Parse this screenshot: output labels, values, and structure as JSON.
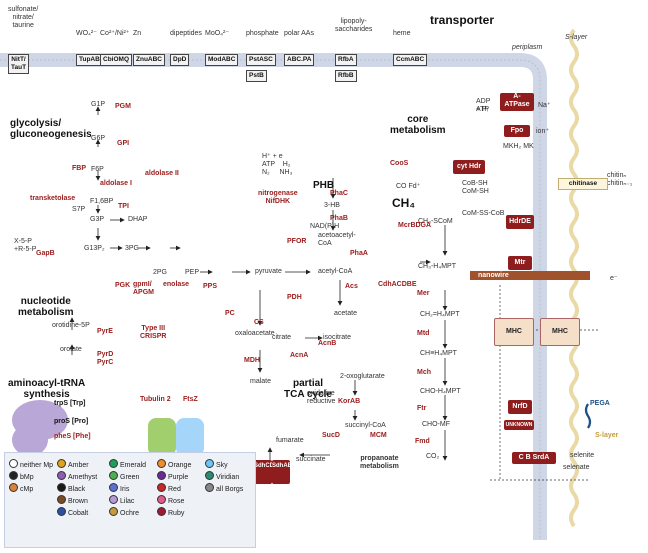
{
  "colors": {
    "enzyme": "#9b1b1b",
    "membrane": "#cfd6e6",
    "periplasm_edge": "#e9d9a6",
    "nanowire": "#a0522d",
    "legend_bg": "#eef1f6"
  },
  "transporters": [
    {
      "label": "sulfonate/\nnitrate/\ntaurine",
      "box": "NitT/\nTauT"
    },
    {
      "label": "WO₄²⁻",
      "box": "TupABC"
    },
    {
      "label": "Co²⁺/Ni²⁺",
      "box": "CbiOMQ"
    },
    {
      "label": "Zn",
      "box": "ZnuABC"
    },
    {
      "label": "dipeptides",
      "box": "DpD"
    },
    {
      "label": "MoO₄²⁻",
      "box": "ModABC"
    },
    {
      "label": "phosphate",
      "box": "PstASC",
      "box2": "PstB"
    },
    {
      "label": "polar AAs",
      "box": "ABC.PA"
    },
    {
      "label": "lipopoly-\nsaccharides",
      "box": "RfbA",
      "box2": "RfbB"
    },
    {
      "label": "heme",
      "box": "CcmABC"
    }
  ],
  "headings": {
    "transporter": "transporter",
    "glycolysis": "glycolysis/\ngluconeogenesis",
    "core": "core\nmetabolism",
    "ch4": "CH₄",
    "phb": "PHB",
    "nucleotide": "nucleotide\nmetabolism",
    "trna": "aminoacyl-tRNA\nsynthesis",
    "tca": "partial\nTCA cycle",
    "periplasm": "periplasm",
    "slayer_top": "S-layer",
    "slayer": "S-layer",
    "pega": "PEGA",
    "nanowire": "nanowire"
  },
  "metabolites": {
    "g1p": "G1P",
    "g6p": "G6P",
    "f6p": "F6P",
    "f16bp": "F1,6BP",
    "g3p": "G3P",
    "dhap": "DHAP",
    "s7p": "S7P",
    "x5p": "X-5-P\n+R-5-P",
    "g13p2": "G13P₂",
    "p3g": "3PG",
    "p2g": "2PG",
    "pep": "PEP",
    "pyruvate": "pyruvate",
    "acetylcoa": "acetyl-CoA",
    "acetate": "acetate",
    "oxaloacetate": "oxaloacetate",
    "malate": "malate",
    "citrate": "citrate",
    "isocitrate": "isocitrate",
    "oxoglutarate": "2-oxoglutarate",
    "succinylcoa": "succinyl-CoA",
    "succinate": "succinate",
    "fumarate": "fumarate",
    "hb3": "3-HB",
    "acetoacetylcoa": "acetoacetyl-\nCoA",
    "orotidine": "orotidine-5P",
    "orotate": "orotate",
    "ch3scom": "CH₃-SCoM",
    "ch3h4mpt": "CH₃-H₄MPT",
    "ch2h4mpt": "CH₂=H₄MPT",
    "chh4mpt": "CH≡H₄MPT",
    "choh4mpt": "CHO-H₄MPT",
    "chomf": "CHO-MF",
    "co2": "CO₂",
    "cofd": "CO  Fd⁺",
    "chitin": "chitinₙ\nchitinₙ₋₁",
    "h2e": "H⁺ + e\nATP    H₂\nN₂     NH₃"
  },
  "enzymes": {
    "pgm": "PGM",
    "gpi": "GPI",
    "fbp": "FBP",
    "aldolase1": "aldolase I",
    "aldolase2": "aldolase II",
    "tpi": "TPI",
    "transketolase": "transketolase",
    "gapb": "GapB",
    "pgk": "PGK",
    "gpmi": "gpmI/\nAPGM",
    "enolase": "enolase",
    "pps": "PPS",
    "pfor": "PFOR",
    "pdh": "PDH",
    "acs": "Acs",
    "pc": "PC",
    "cs": "CS",
    "acnb": "AcnB",
    "acna": "AcnA",
    "mdh": "MDH",
    "korab": "KorAB",
    "mcm": "MCM",
    "sucd": "SucD",
    "phac": "PhaC",
    "phab": "PhaB",
    "phaa": "PhaA",
    "nitrogenase": "nitrogenase\nNifDHK",
    "coos": "CooS",
    "mcrbdga": "McrBDGA",
    "cdhacdbe": "CdhACDBE",
    "mer": "Mer",
    "mtd": "Mtd",
    "mch": "Mch",
    "ftr": "Ftr",
    "fmd": "Fmd",
    "pyre": "PyrE",
    "pyrd": "PyrD\nPyrC",
    "trps": "trpS [Trp]",
    "pros": "proS [Pro]",
    "phes": "pheS [Phe]",
    "typeiii": "Type III\nCRISPR",
    "tubulin": "Tubulin 2",
    "ftsz": "FtsZ",
    "propanoate": "propanoate\nmetabolism",
    "chitinase": "chitinase"
  },
  "redboxes": {
    "atpase": "A-\nATPase",
    "fpo": "Fpo",
    "cythdr": "cyt Hdr",
    "hdrde": "HdrDE",
    "mtr": "Mtr",
    "nrfd": "NrfD",
    "sdhcd": "SdhCD",
    "sdhab": "SdhAB",
    "srda": "C  B  SrdA",
    "mhc1": "MHC",
    "mhc2": "MHC",
    "unknown": "UNKNOWN"
  },
  "legend": {
    "items": [
      {
        "label": "neither Mp",
        "color": "#ffffff"
      },
      {
        "label": "bMp",
        "color": "#222222"
      },
      {
        "label": "cMp",
        "color": "#d9823b"
      },
      {
        "label": "Amber",
        "color": "#e0a11b"
      },
      {
        "label": "Amethyst",
        "color": "#8b5fb0"
      },
      {
        "label": "Black",
        "color": "#1a1a1a"
      },
      {
        "label": "Brown",
        "color": "#7b4a25"
      },
      {
        "label": "Cobalt",
        "color": "#2c4fa3"
      },
      {
        "label": "Emerald",
        "color": "#1f9e5a"
      },
      {
        "label": "Green",
        "color": "#4caf50"
      },
      {
        "label": "Iris",
        "color": "#5b6fd1"
      },
      {
        "label": "Lilac",
        "color": "#b49ad6"
      },
      {
        "label": "Ochre",
        "color": "#c59b3a"
      },
      {
        "label": "Orange",
        "color": "#f28c28"
      },
      {
        "label": "Purple",
        "color": "#6a2c91"
      },
      {
        "label": "Red",
        "color": "#c62828"
      },
      {
        "label": "Rose",
        "color": "#e05a8a"
      },
      {
        "label": "Ruby",
        "color": "#9b1b30"
      },
      {
        "label": "Sky",
        "color": "#6ec6f0"
      },
      {
        "label": "Viridian",
        "color": "#2a8a74"
      },
      {
        "label": "all Borgs",
        "color": "#888888"
      }
    ]
  },
  "misc": {
    "atp": "ATP",
    "adp": "ADP\n+ Pᵢ",
    "na": "Na⁺",
    "ion": "ion⁺",
    "mkh2": "MKH₂ MK",
    "pi": "Pᵢ",
    "nadph": "NAD(P)H",
    "hmpt": "H₄MPT",
    "cosh": "CoB-SH\nCoM-SH",
    "cossco": "CoM-SS-CoB",
    "oxidative": "oxidative",
    "reductive": "reductive",
    "selenite": "selenite",
    "selenate": "selenate",
    "eminus": "e⁻"
  }
}
